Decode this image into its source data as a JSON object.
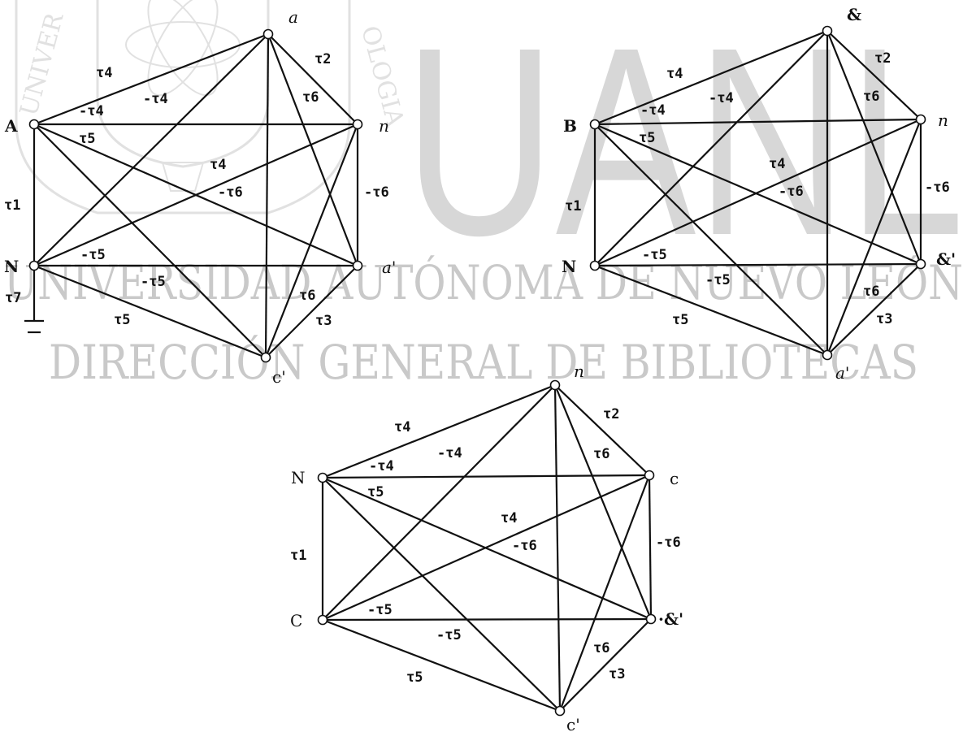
{
  "watermark": {
    "logo_text": "UANL",
    "line1": "UNIVERSIDAD AUTÓNOMA DE NUEVO LEÓN",
    "line2": "DIRECCIÓN GENERAL DE BIBLIOTECAS",
    "seal_text_left": "UNIVER",
    "seal_text_right": "OLOGIA"
  },
  "diagrams": [
    {
      "name": "graph-phase-a",
      "nodes": [
        {
          "id": "a",
          "label": "a",
          "style": "italic"
        },
        {
          "id": "n",
          "label": "n",
          "style": "italic"
        },
        {
          "id": "ap",
          "label": "a'",
          "style": "italic"
        },
        {
          "id": "cp",
          "label": "c'",
          "style": "normal"
        },
        {
          "id": "N",
          "label": "N",
          "style": "bold"
        },
        {
          "id": "A",
          "label": "A",
          "style": "bold"
        }
      ],
      "edge_labels": [
        "τ4",
        "τ2",
        "-τ4",
        "τ6",
        "-τ4",
        "τ5",
        "τ4",
        "-τ6",
        "-τ6",
        "τ1",
        "-τ5",
        "-τ5",
        "τ7",
        "τ6",
        "τ5",
        "τ3"
      ],
      "ground": true
    },
    {
      "name": "graph-phase-b",
      "nodes": [
        {
          "id": "b",
          "label": "&",
          "style": "bold"
        },
        {
          "id": "n",
          "label": "n",
          "style": "italic"
        },
        {
          "id": "bp",
          "label": "&'",
          "style": "bold"
        },
        {
          "id": "ap",
          "label": "a'",
          "style": "italic"
        },
        {
          "id": "N",
          "label": "N",
          "style": "bold"
        },
        {
          "id": "B",
          "label": "B",
          "style": "bold"
        }
      ],
      "edge_labels": [
        "τ4",
        "τ2",
        "-τ4",
        "τ6",
        "-τ4",
        "τ5",
        "τ4",
        "-τ6",
        "-τ6",
        "τ1",
        "-τ5",
        "-τ5",
        "τ6",
        "τ5",
        "τ3"
      ],
      "ground": false
    },
    {
      "name": "graph-phase-c",
      "nodes": [
        {
          "id": "n",
          "label": "n",
          "style": "italic"
        },
        {
          "id": "c",
          "label": "c",
          "style": "normal"
        },
        {
          "id": "bp",
          "label": "·&'",
          "style": "bold"
        },
        {
          "id": "cp",
          "label": "c'",
          "style": "normal"
        },
        {
          "id": "C",
          "label": "C",
          "style": "normal"
        },
        {
          "id": "N",
          "label": "N",
          "style": "normal"
        }
      ],
      "edge_labels": [
        "τ4",
        "τ2",
        "-τ4",
        "τ6",
        "-τ4",
        "τ5",
        "τ4",
        "-τ6",
        "-τ6",
        "τ1",
        "-τ5",
        "-τ5",
        "τ6",
        "τ5",
        "τ3"
      ],
      "ground": false
    }
  ]
}
